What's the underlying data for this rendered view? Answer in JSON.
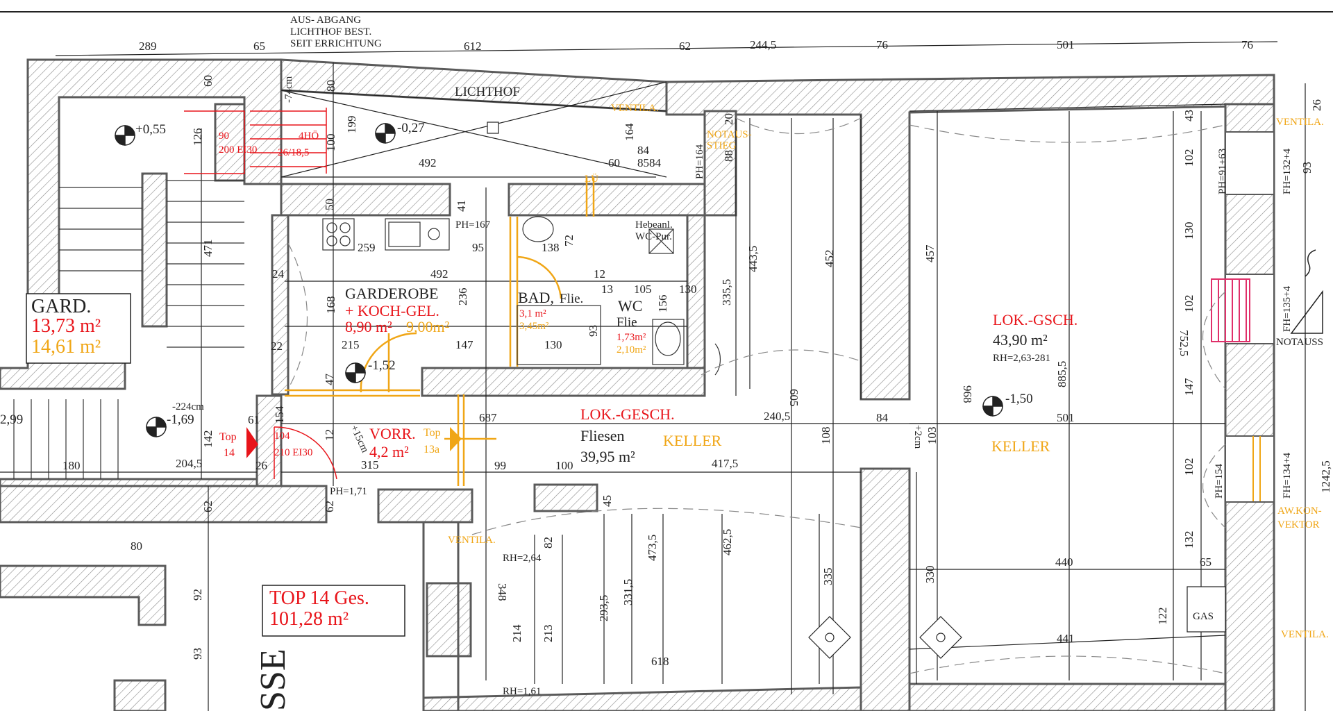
{
  "colors": {
    "wall": "#7a7a7a",
    "line": "#222222",
    "red": "#e8141a",
    "orange": "#f0a616",
    "pink": "#e0306a"
  },
  "top_dimensions": [
    "289",
    "65",
    "612",
    "62",
    "244,5",
    "76",
    "501",
    "76"
  ],
  "notes": {
    "aus_abgang_1": "AUS- ABGANG",
    "aus_abgang_2": "LICHTHOF BEST.",
    "aus_abgang_3": "SEIT ERRICHTUNG",
    "lichthof": "LICHTHOF",
    "ventila_1": "VENTILA.",
    "ventila_2": "VENTILA.",
    "ventila_3": "VENTILA.",
    "ventila_4": "VENTILA.",
    "notaus_stieg_1": "NOTAUS-",
    "notaus_stieg_2": "STIEG",
    "notauss": "NOTAUSS",
    "hebeanl_1": "Hebeanl.",
    "hebeanl_2": "WC-Pur.",
    "awkon_1": "AW.KON-",
    "awkon_2": "VEKTOR",
    "gas": "GAS",
    "lue": "LÜ",
    "fliesen_bad": "Flie.",
    "fliesen_wc": "Flie",
    "sum_label": "TOP 14 Ges.",
    "sum_area": "101,28 m²"
  },
  "levels": {
    "l1": "+0,55",
    "l2": "-0,27",
    "l3": "-1,52",
    "l4": "-1,69",
    "l5": "-1,50",
    "l6": "-224cm",
    "l7": "+15cm",
    "l8": "-74cm",
    "l9": "2,99"
  },
  "rooms": {
    "gard_name": "GARD.",
    "gard_area_red": "13,73 m²",
    "gard_area_orange": "14,61 m²",
    "garderobe_name": "GARDEROBE",
    "garderobe_sub": "+ KOCH-GEL.",
    "garderobe_area_red": "8,90 m²",
    "garderobe_area_orange": "9,00m²",
    "bad_name": "BAD,",
    "bad_area_red": "3,1 m²",
    "bad_area_orange": "3,45m²",
    "wc_name": "WC",
    "wc_area_red": "1,73m²",
    "wc_area_orange": "2,10m²",
    "vorr_name": "VORR.",
    "vorr_area": "4,2 m²",
    "lok1_name": "LOK.-GESCH.",
    "lok1_fliesen": "Fliesen",
    "lok1_area": "39,95 m²",
    "lok1_keller": "KELLER",
    "lok2_name": "LOK.-GSCH.",
    "lok2_area": "43,90 m²",
    "lok2_rh": "RH=2,63-281",
    "lok2_keller": "KELLER",
    "top14_1": "Top",
    "top14_2": "14",
    "top13_1": "Top",
    "top13_2": "13a",
    "door1_1": "90",
    "door1_2": "200 EI30",
    "door2_1": "104",
    "door2_2": "210 EI30",
    "stair_1": "4HÖ",
    "stair_2": "26/18,5"
  },
  "inner_dimensions": {
    "d60": "60",
    "d126": "126",
    "d80": "80",
    "d199": "199",
    "d100": "100",
    "d492a": "492",
    "d60b": "60",
    "d164": "164",
    "d84": "84",
    "d8584": "8584",
    "d50": "50",
    "d41": "41",
    "ph167": "PH=167",
    "d259": "259",
    "d95": "95",
    "d138": "138",
    "d72": "72",
    "d471": "471",
    "d24": "24",
    "d492b": "492",
    "d236": "236",
    "d168": "168",
    "d12": "12",
    "d13": "13",
    "d105": "105",
    "d130": "130",
    "d156": "156",
    "d22": "22",
    "d215": "215",
    "d147": "147",
    "d130b": "130",
    "d93": "93",
    "d47": "47",
    "d3355": "335,5",
    "d4435": "443,5",
    "d452": "452",
    "ph164": "PH=164",
    "d88": "88",
    "d20": "20",
    "d687": "687",
    "d99": "99",
    "d100b": "100",
    "d4175": "417,5",
    "d2405": "240,5",
    "d84b": "84",
    "d108": "108",
    "d605": "605",
    "d61": "61",
    "d154": "154",
    "d142": "142",
    "d12b": "12",
    "d26": "26",
    "d2045": "204,5",
    "d180": "180",
    "d315": "315",
    "ph171": "PH=1,71",
    "d62a": "62",
    "d62b": "62",
    "d45": "45",
    "d82": "82",
    "rh264": "RH=2,64",
    "d348": "348",
    "d214": "214",
    "d213": "213",
    "d2935": "293,5",
    "d3315": "331,5",
    "d4735": "473,5",
    "d4625": "462,5",
    "d335": "335",
    "d618": "618",
    "rh161": "RH=1,61",
    "d80b": "80",
    "d92": "92",
    "d93b": "93",
    "d457": "457",
    "d968": "968",
    "d8855": "885,5",
    "d501b": "501",
    "d2": "+2cm",
    "d103": "103",
    "d330": "330",
    "d440": "440",
    "d441": "441",
    "d43": "43",
    "d102a": "102",
    "d130c": "130",
    "d102b": "102",
    "d147b": "147",
    "d102c": "102",
    "d132": "132",
    "d122": "122",
    "d65": "65",
    "d7525": "752,5",
    "ph154": "PH=154",
    "ph91": "PH=91+63",
    "fh132": "FH=132+4",
    "d93c": "93",
    "d26b": "26",
    "fh135": "FH=135+4",
    "fh134": "FH=134+4",
    "d12425": "1242,5"
  },
  "street_label": "SSE"
}
